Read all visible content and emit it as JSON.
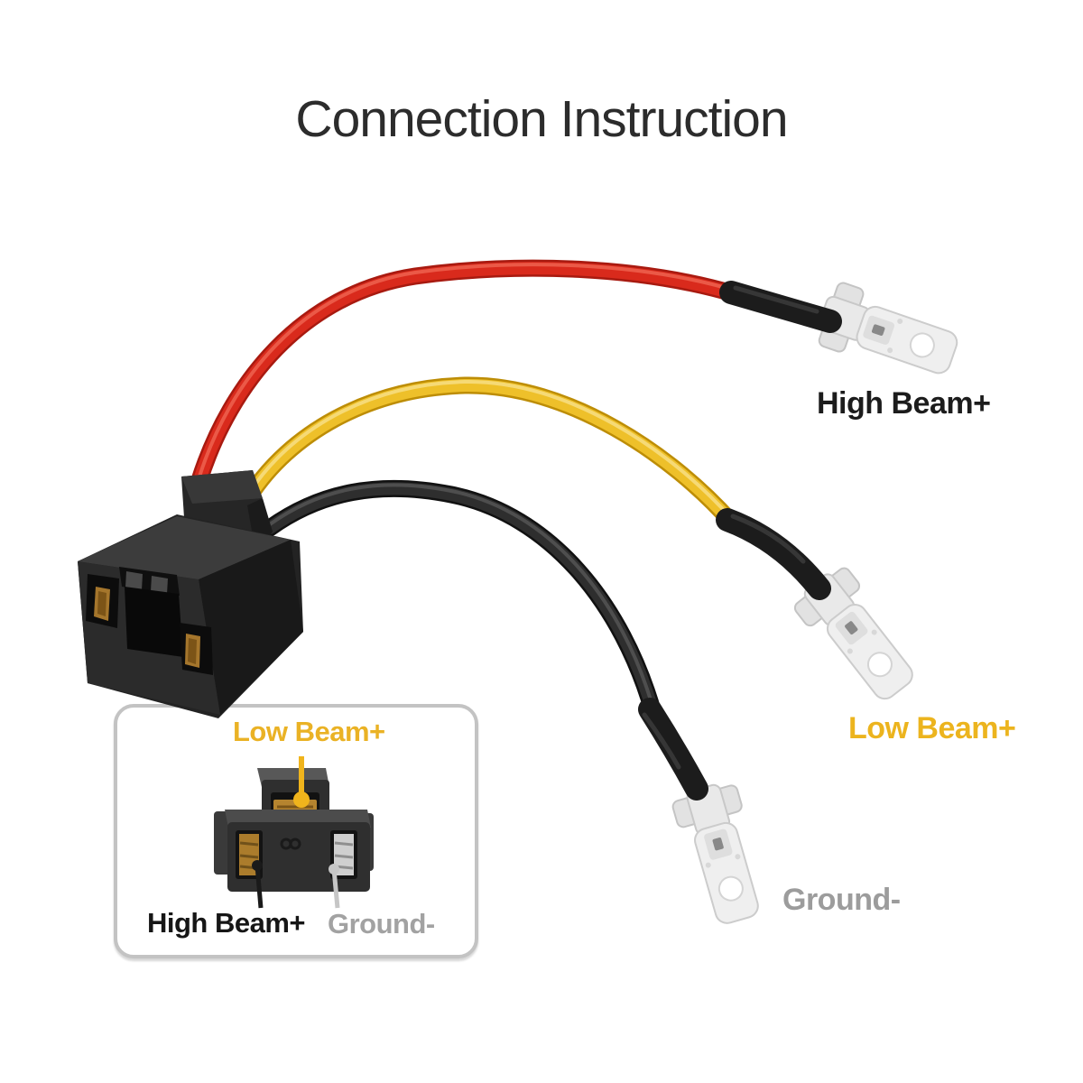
{
  "title": "Connection Instruction",
  "main_labels": {
    "high_beam": "High Beam+",
    "low_beam": "Low Beam+",
    "ground": "Ground-"
  },
  "inset": {
    "low_beam": "Low Beam+",
    "high_beam": "High Beam+",
    "ground": "Ground-"
  },
  "colors": {
    "wire_red": "#d92a1c",
    "wire_yellow": "#eec02a",
    "wire_black": "#2e2e2e",
    "heat_shrink_black": "#1c1c1c",
    "terminal_silver": "#efefef",
    "connector_black": "#262626",
    "label_black": "#1c1c1c",
    "label_yellow": "#ecb41e",
    "label_gray": "#9c9c9c",
    "pointer_yellow": "#f0b41c",
    "pointer_gray": "#c6c6c6",
    "inset_border_gray": "#c3c3c3",
    "title_color": "#2c2c2c",
    "brass_contact": "#a5762c"
  }
}
